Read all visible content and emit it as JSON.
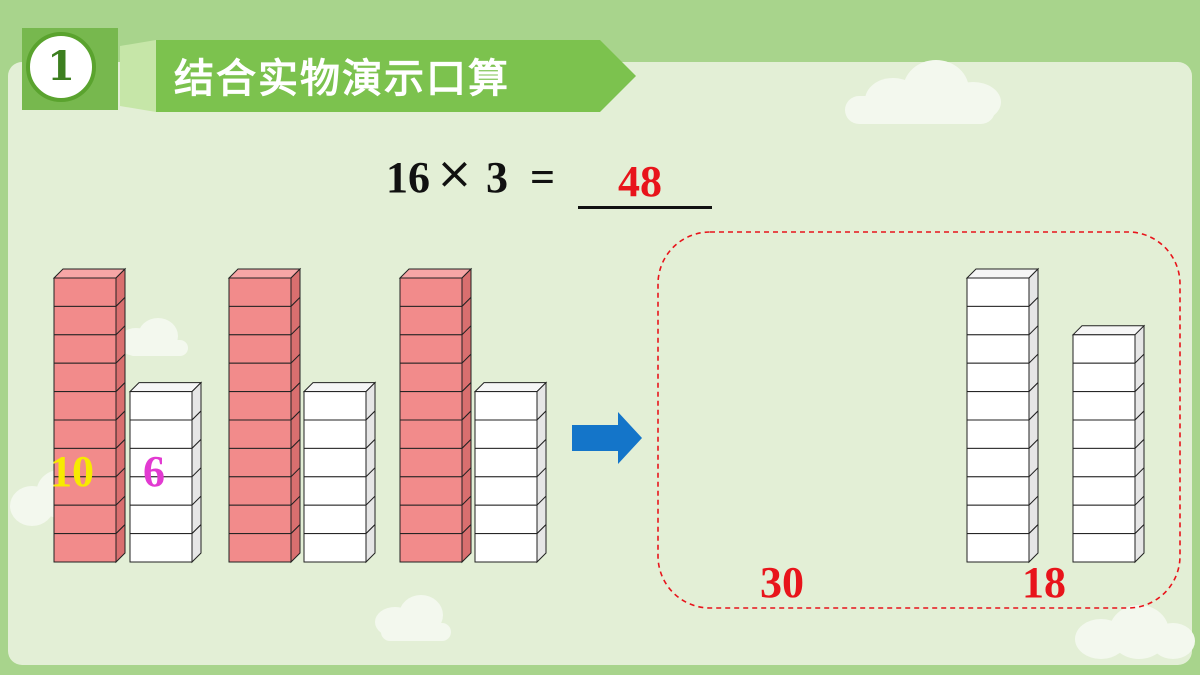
{
  "header": {
    "step_number": "1",
    "title": "结合实物演示口算"
  },
  "equation": {
    "left_operand": "16",
    "operator": "×",
    "right_operand": "3",
    "equals": "=",
    "answer": "48"
  },
  "left_group": {
    "tens_label": "10",
    "ones_label": "6",
    "tens_count": 10,
    "ones_count": 6,
    "stacks": 3
  },
  "right_group": {
    "tens_total_label": "30",
    "ones_total_label": "18"
  },
  "colors": {
    "tens_block": "#f28b8b",
    "ones_block": "#ffffff",
    "arrow": "#1475c9",
    "answer": "#e8141b",
    "tens_label": "#f7ea00",
    "ones_label": "#e23ad1",
    "frame": "#e8141b",
    "banner": "#7cc24e"
  },
  "icons": {
    "arrow": "right-arrow-icon"
  }
}
